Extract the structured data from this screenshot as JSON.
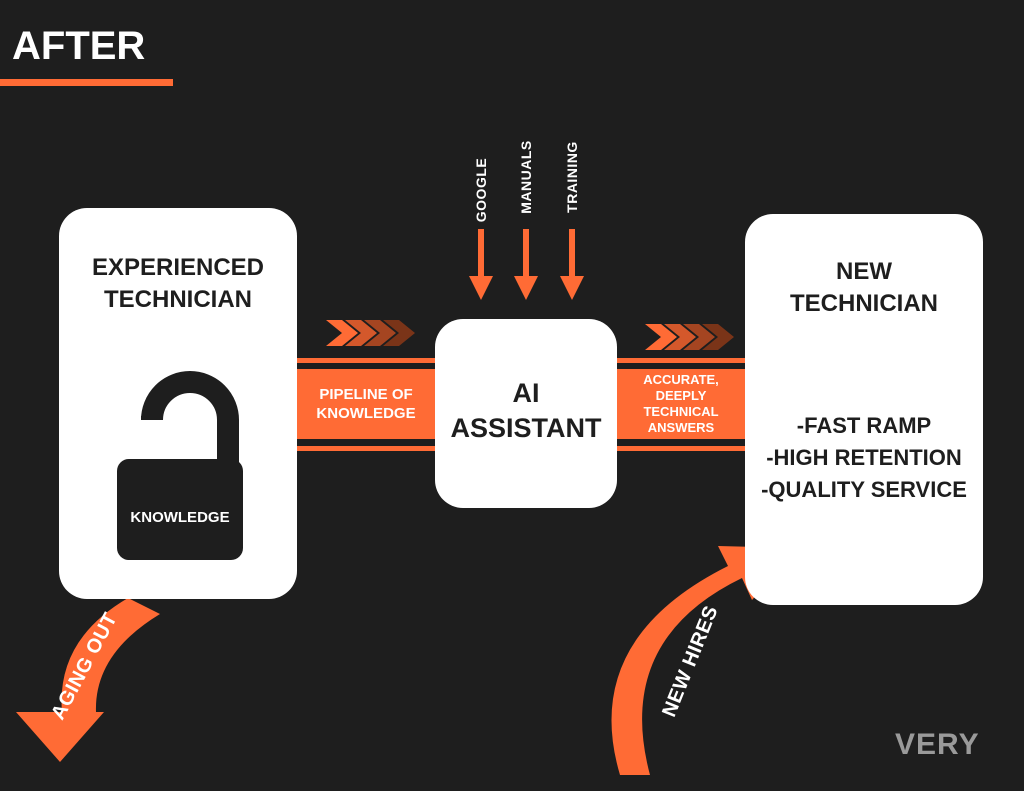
{
  "header": {
    "title": "AFTER"
  },
  "colors": {
    "background": "#1e1e1e",
    "accent": "#ff6b35",
    "card": "#ffffff",
    "text_dark": "#1e1e1e",
    "chevron_dark": "#7a3418"
  },
  "experienced": {
    "title_lines": [
      "EXPERIENCED",
      "TECHNICIAN"
    ],
    "lock_label": "KNOWLEDGE",
    "lock_icon": "unlocked-padlock-icon",
    "exit_label": "AGING OUT"
  },
  "pipeline_left": {
    "lines": [
      "PIPELINE OF",
      "KNOWLEDGE"
    ]
  },
  "ai_assistant": {
    "title_lines": [
      "AI",
      "ASSISTANT"
    ],
    "inputs": [
      "GOOGLE",
      "MANUALS",
      "TRAINING"
    ]
  },
  "pipeline_right": {
    "lines": [
      "ACCURATE,",
      "DEEPLY",
      "TECHNICAL",
      "ANSWERS"
    ]
  },
  "new_tech": {
    "title_lines": [
      "NEW",
      "TECHNICIAN"
    ],
    "benefits": [
      "-FAST RAMP",
      "-HIGH RETENTION",
      "-QUALITY SERVICE"
    ],
    "entry_label": "NEW HIRES"
  },
  "brand": {
    "logo_text": "VERY"
  }
}
